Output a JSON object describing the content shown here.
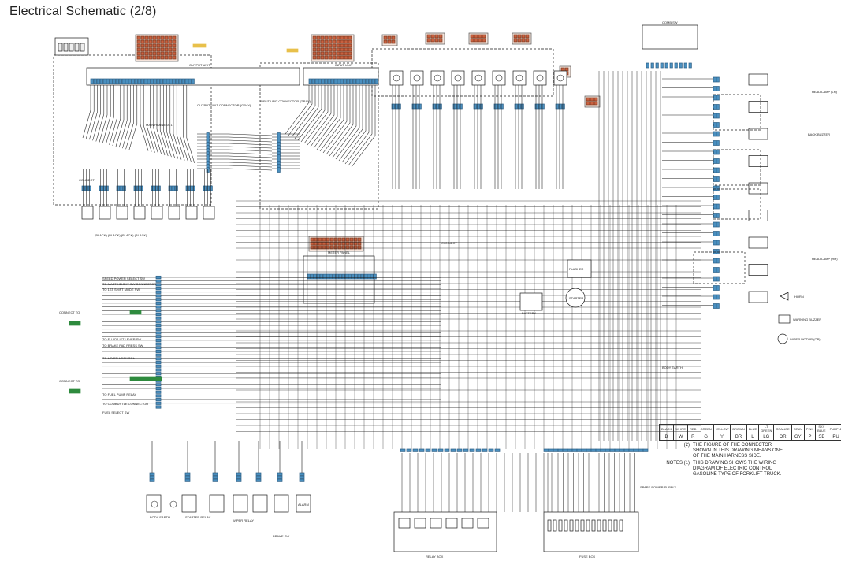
{
  "title": "Electrical Schematic (2/8)",
  "colors": {
    "wire": "#1a1a1a",
    "pin": "#4a8fbf",
    "conn": "#c9603e",
    "tag": "#2e8b3e",
    "label": "#e8c04a"
  },
  "labels": {
    "main_harness_1": "MAIN HARNESS 1",
    "output_unit": "OUTPUT UNIT",
    "output_unit_connector": "OUTPUT UNIT CONNECTOR (GRAY)",
    "input_unit": "INPUT UNIT",
    "input_unit_connector": "INPUT UNIT CONNECTOR (GRAY)",
    "meter_panel": "METER PANEL",
    "connect_to_1": "CONNECT TO",
    "connect_to_2": "CONNECT TO",
    "fuse_box": "FUSE BOX",
    "relay_box": "RELAY BOX",
    "comb_sw": "COMB SW",
    "flasher": "FLASHER",
    "starter": "STARTER",
    "battery": "BATTERY",
    "horn": "HORN",
    "warning_buzzer": "WARNING BUZZER",
    "wiper_motor": "WIPER MOTOR (OP)",
    "head_lamp_lh": "HEAD LAMP (LH)",
    "head_lamp_rh": "HEAD LAMP (RH)",
    "back_buzzer": "BACK BUZZER",
    "body_earth": "BODY EARTH",
    "left_list": [
      "SPEED POWER SELECT SW",
      "TO MAST HEIGHT SW CONNECTOR",
      "TO 1ST SHIFT MODE SW",
      "TO FLUID/LIFT LEVER SW",
      "TO BRAKE PAD PRESS SW",
      "TO LEVER LOCK SOL",
      "TO FUEL PUMP RELAY",
      "TO COMBUSTLE CONNECTOR",
      "FUEL SELECT SW"
    ],
    "bottom_list": [
      "STARTER RELAY",
      "WIPER RELAY",
      "BRAKE SW",
      "ALARM",
      "SPARE POWER SUPPLY"
    ],
    "tag_1": "CONNECT",
    "tag_2": "CONNECT"
  },
  "legend": {
    "names": [
      "BLACK",
      "WHITE",
      "RED",
      "GREEN",
      "YELLOW",
      "BROWN",
      "BLUE",
      "LT GREEN",
      "ORANGE",
      "GRAY",
      "PINK",
      "SKY BLUE",
      "PURPLE"
    ],
    "codes": [
      "B",
      "W",
      "R",
      "G",
      "Y",
      "BR",
      "L",
      "LG",
      "OR",
      "GY",
      "P",
      "SB",
      "PU"
    ]
  },
  "notes": {
    "note2_tag": "(2)",
    "note2_text": "THE FIGURE OF THE CONNECTOR SHOWN IN THIS DRAWING MEANS ONE OF THE MAIN HARNESS SIDE.",
    "note1_tag": "NOTES (1)",
    "note1_text": "THIS DRAWING SHOWS THE WIRING DIAGRAM OF ELECTRIC CONTROL GASOLINE TYPE OF FORKLIFT TRUCK."
  }
}
